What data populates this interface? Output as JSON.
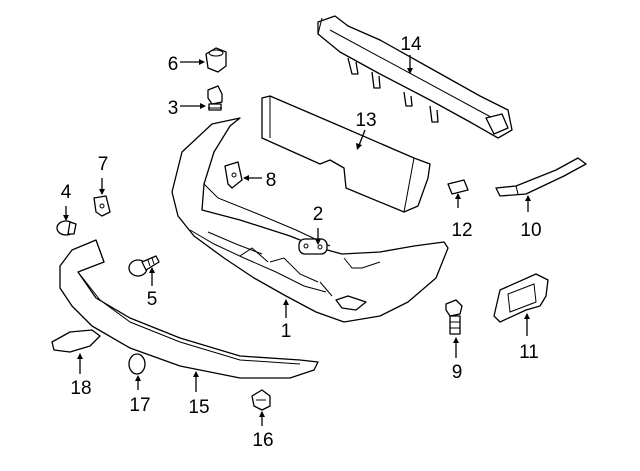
{
  "diagram": {
    "callouts": [
      {
        "id": "1",
        "text": "1"
      },
      {
        "id": "2",
        "text": "2"
      },
      {
        "id": "3",
        "text": "3"
      },
      {
        "id": "4",
        "text": "4"
      },
      {
        "id": "5",
        "text": "5"
      },
      {
        "id": "6",
        "text": "6"
      },
      {
        "id": "7",
        "text": "7"
      },
      {
        "id": "8",
        "text": "8"
      },
      {
        "id": "9",
        "text": "9"
      },
      {
        "id": "10",
        "text": "10"
      },
      {
        "id": "11",
        "text": "11"
      },
      {
        "id": "12",
        "text": "12"
      },
      {
        "id": "13",
        "text": "13"
      },
      {
        "id": "14",
        "text": "14"
      },
      {
        "id": "15",
        "text": "15"
      },
      {
        "id": "16",
        "text": "16"
      },
      {
        "id": "17",
        "text": "17"
      },
      {
        "id": "18",
        "text": "18"
      }
    ]
  }
}
